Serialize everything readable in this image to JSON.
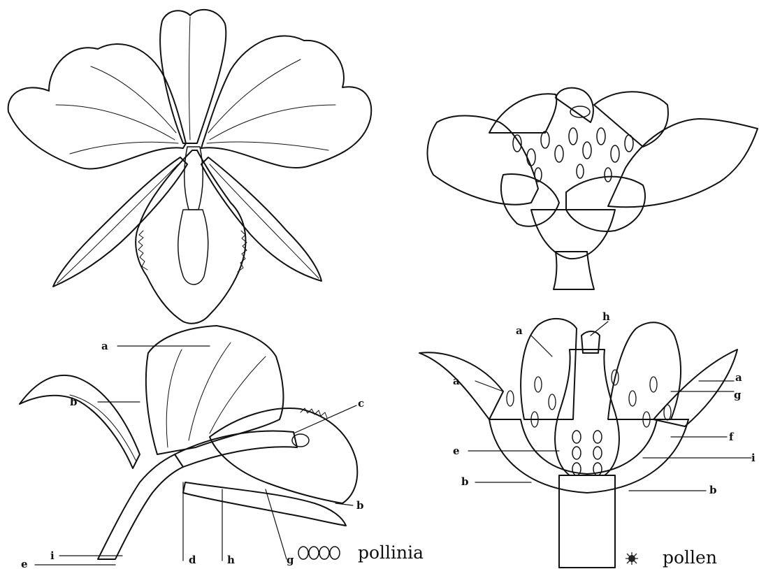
{
  "orchid_cross_section_labels": {
    "a": "a",
    "b": "b",
    "c": "c",
    "b2": "b",
    "i": "i",
    "e": "e",
    "d": "d",
    "h": "h",
    "g": "g"
  },
  "flower_cross_section_labels": {
    "h": "h",
    "a1": "a",
    "a2": "a",
    "a3": "a",
    "g": "g",
    "f": "f",
    "e": "e",
    "i": "i",
    "b1": "b",
    "b2": "b"
  },
  "legend": {
    "pollinia": "pollinia",
    "pollen": "pollen"
  }
}
